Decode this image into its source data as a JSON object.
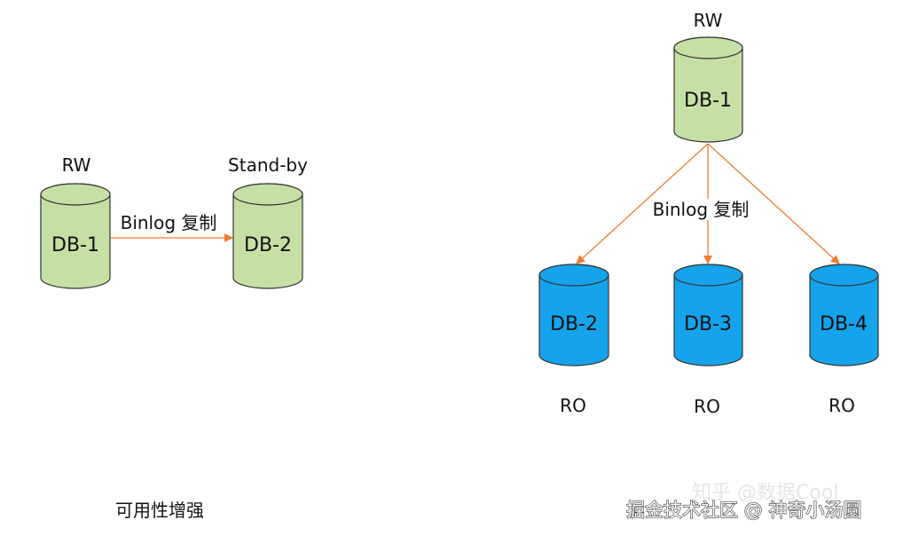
{
  "colors": {
    "primary_db": "#c5e0a5",
    "replica_db": "#15a3ec",
    "arrow": "#ed7d31",
    "outline": "#333333"
  },
  "left": {
    "caption": "可用性增强",
    "source": {
      "name": "DB-1",
      "role": "RW"
    },
    "target": {
      "name": "DB-2",
      "role": "Stand-by"
    },
    "edge_label": "Binlog 复制"
  },
  "right": {
    "source": {
      "name": "DB-1",
      "role": "RW"
    },
    "edge_label": "Binlog 复制",
    "replicas": [
      {
        "name": "DB-2",
        "role": "RO"
      },
      {
        "name": "DB-3",
        "role": "RO"
      },
      {
        "name": "DB-4",
        "role": "RO"
      }
    ]
  },
  "watermarks": [
    "知乎 @数据Cool",
    "掘金技术社区 @ 神奇小汤圆"
  ]
}
